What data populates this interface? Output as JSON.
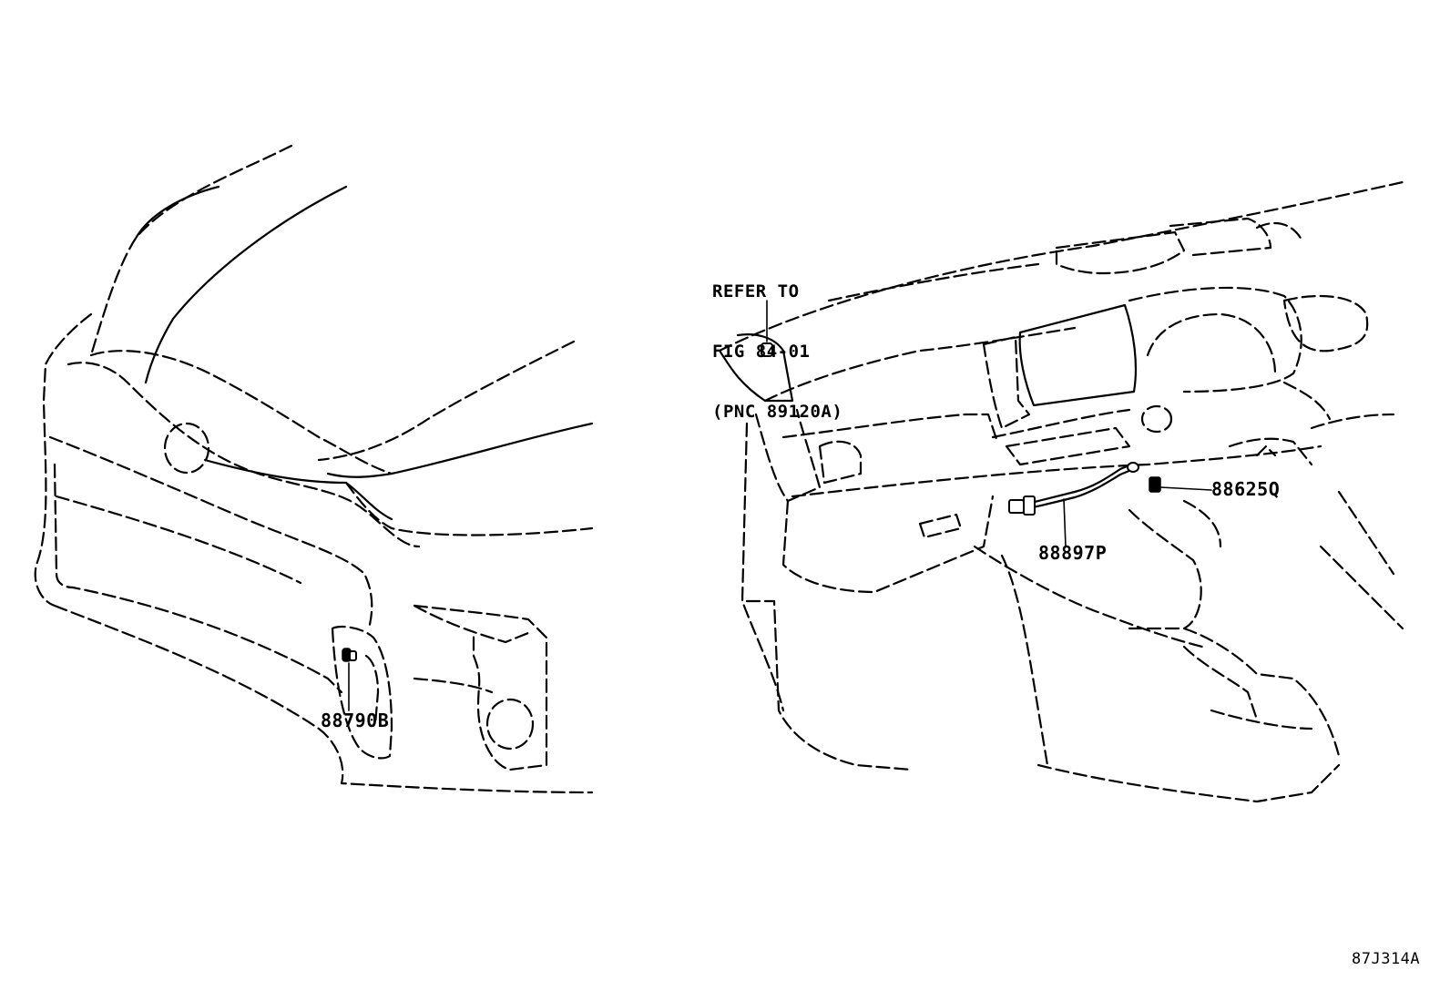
{
  "reference_note": {
    "line1": "REFER TO",
    "line2": "FIG 84-01",
    "line3": "(PNC 89120A)"
  },
  "callouts": {
    "front_bumper_part": "88790B",
    "dash_switch_part": "88625Q",
    "dash_wire_part": "88897P"
  },
  "figure_id": "87J314A"
}
